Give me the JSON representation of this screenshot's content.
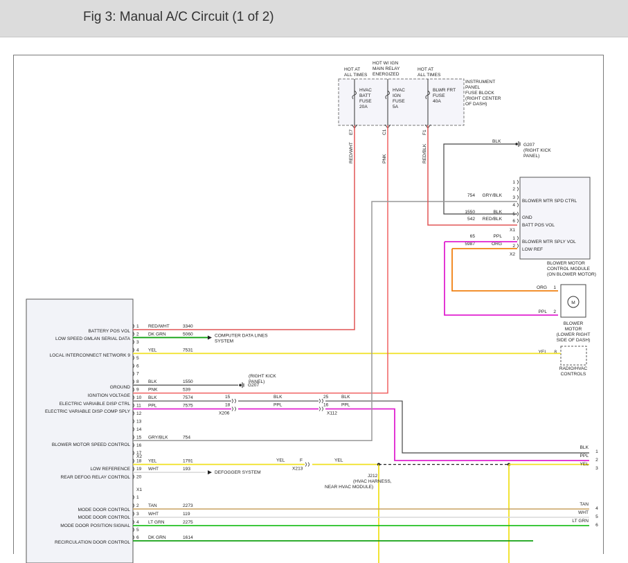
{
  "header": {
    "title": "Fig 3: Manual A/C Circuit (1 of 2)"
  },
  "fuse_block": {
    "hot1": [
      "HOT AT",
      "ALL TIMES"
    ],
    "hot2": [
      "HOT W/ IGN",
      "MAIN RELAY",
      "ENERGIZED"
    ],
    "hot3": [
      "HOT AT",
      "ALL TIMES"
    ],
    "label": [
      "INSTRUMENT",
      "PANEL",
      "FUSE BLOCK",
      "(RIGHT CENTER",
      "OF DASH)"
    ],
    "fuses": [
      {
        "lines": [
          "HVAC",
          "BATT",
          "FUSE",
          "20A"
        ],
        "pin": "E7",
        "wire": "RED/WHT"
      },
      {
        "lines": [
          "HVAC",
          "IGN",
          "FUSE",
          "5A"
        ],
        "pin": "C1",
        "wire": "PNK"
      },
      {
        "lines": [
          "BLWR FRT",
          "FUSE",
          "40A"
        ],
        "pin": "F1",
        "wire": "RED/BLK"
      }
    ]
  },
  "g207_top": {
    "wire": "BLK",
    "label": [
      "G207",
      "(RIGHT KICK",
      "PANEL)"
    ]
  },
  "blower_module": {
    "name": [
      "BLOWER MOTOR",
      "CONTROL MODULE",
      "(ON BLOWER MOTOR)"
    ],
    "x1_pins": [
      "1",
      "2",
      "3",
      "4",
      "5",
      "6"
    ],
    "x1_label": "X1",
    "x2_pins": [
      "1",
      "2"
    ],
    "x2_label": "X2",
    "circuits": [
      {
        "num": "754",
        "color": "GRY/BLK",
        "func": "BLOWER MTR SPD CTRL"
      },
      {
        "num": "1550",
        "color": "BLK",
        "func": "GND"
      },
      {
        "num": "542",
        "color": "RED/BLK",
        "func": "BATT POS VOL"
      },
      {
        "num": "65",
        "color": "PPL",
        "func": "BLOWER MTR SPLY VOL"
      },
      {
        "num": "5987",
        "color": "ORG",
        "func": "LOW REF"
      }
    ]
  },
  "blower_motor": {
    "name": [
      "BLOWER",
      "MOTOR",
      "(LOWER RIGHT",
      "SIDE OF DASH)"
    ],
    "pin1": "1",
    "pin2": "2",
    "wire1": "ORG",
    "wire2": "PPL",
    "symbol": "M"
  },
  "radio": {
    "name": [
      "RADIO/HVAC",
      "CONTROLS"
    ],
    "pin": "8",
    "wire": "YEL"
  },
  "hvac_module": {
    "x1_label": "X1",
    "x2_label": "X2",
    "labels": [
      "BATTERY POS VOL",
      "LOW SPEED GMLAN SERIAL DATA",
      "LOCAL INTERCONNECT NETWORK 9",
      "GROUND",
      "IGNITION VOLTAGE",
      "ELECTRIC VARIABLE DISP CTRL",
      "ELECTRIC VARIABLE DISP COMP SPLY",
      "BLOWER MOTOR SPEED CONTROL",
      "LOW REFERENCE",
      "REAR DEFOG RELAY CONTROL",
      "MODE DOOR CONTROL",
      "MODE DOOR CONTROL",
      "MODE DOOR POSITION SIGNAL",
      "RECIRCULATION DOOR CONTROL"
    ],
    "x1_pins": [
      {
        "pin": "1",
        "color": "RED/WHT",
        "num": "3340"
      },
      {
        "pin": "2",
        "color": "DK GRN",
        "num": "5060"
      },
      {
        "pin": "3"
      },
      {
        "pin": "4",
        "color": "YEL",
        "num": "7531"
      },
      {
        "pin": "5"
      },
      {
        "pin": "6"
      },
      {
        "pin": "7"
      },
      {
        "pin": "8",
        "color": "BLK",
        "num": "1550"
      },
      {
        "pin": "9",
        "color": "PNK",
        "num": "539"
      },
      {
        "pin": "10",
        "color": "BLK",
        "num": "7574"
      },
      {
        "pin": "11",
        "color": "PPL",
        "num": "7575"
      },
      {
        "pin": "12"
      },
      {
        "pin": "13"
      },
      {
        "pin": "14"
      },
      {
        "pin": "15",
        "color": "GRY/BLK",
        "num": "754"
      },
      {
        "pin": "16"
      },
      {
        "pin": "17"
      },
      {
        "pin": "18",
        "color": "YEL",
        "num": "1791"
      },
      {
        "pin": "19",
        "color": "WHT",
        "num": "193"
      },
      {
        "pin": "20"
      }
    ],
    "x2_pins": [
      {
        "pin": "1"
      },
      {
        "pin": "2",
        "color": "TAN",
        "num": "2273"
      },
      {
        "pin": "3",
        "color": "WHT",
        "num": "119"
      },
      {
        "pin": "4",
        "color": "LT GRN",
        "num": "2275"
      },
      {
        "pin": "5"
      },
      {
        "pin": "6",
        "color": "DK GRN",
        "num": "1614"
      }
    ]
  },
  "external": {
    "comp_data": [
      "COMPUTER DATA LINES",
      "SYSTEM"
    ],
    "g207_mid": [
      "(RIGHT KICK",
      "PANEL)",
      "G207"
    ],
    "defogger": "DEFOGGER SYSTEM",
    "radio_wire": "YEL"
  },
  "connectors": {
    "x206_15": "15",
    "x206_18": "18",
    "x206": "X206",
    "blk_after_x206": "BLK",
    "ppl_after_x206": "PPL",
    "x112_25": "25",
    "x112_16": "16",
    "x112": "X112",
    "blk_after_x112": "BLK",
    "ppl_after_x112": "PPL",
    "yel_before_x213": "YEL",
    "x213_pin": "F",
    "x213": "X213",
    "yel_after_x213": "YEL",
    "j212": "J212",
    "j212_desc": [
      "(HVAC HARNESS,",
      "NEAR HVAC MODULE)"
    ]
  },
  "right_edge": [
    {
      "color": "BLK",
      "pin": "1"
    },
    {
      "color": "PPL",
      "pin": "2"
    },
    {
      "color": "YEL",
      "pin": "3"
    },
    {
      "color": "TAN",
      "pin": "4"
    },
    {
      "color": "WHT",
      "pin": "5"
    },
    {
      "color": "LT GRN",
      "pin": "6"
    }
  ],
  "wire_colors": {
    "red": "#e05555",
    "pink": "#f06060",
    "gray": "#999999",
    "black": "#444444",
    "magenta": "#e020d0",
    "orange": "#f08010",
    "yellow": "#f0e020",
    "green": "#20c020",
    "dkgreen": "#10a010",
    "tan": "#c8a060",
    "white": "#d8d8d8"
  }
}
